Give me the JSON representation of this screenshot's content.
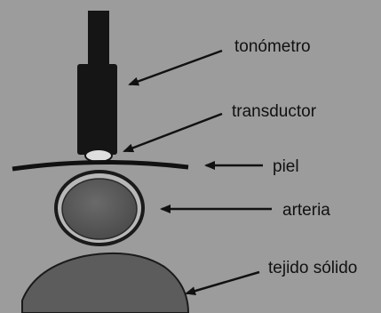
{
  "labels": {
    "tonometer": "tonómetro",
    "transducer": "transductor",
    "skin": "piel",
    "artery": "arteria",
    "solid_tissue": "tejido sólido"
  },
  "colors": {
    "background": "#9c9c9c",
    "tonometer_body": "#151515",
    "skin_line": "#111111",
    "artery_ring": "#1a1a1a",
    "artery_lumen": "#5a5a5a",
    "tissue": "#5c5c5c",
    "arrow": "#111111"
  }
}
